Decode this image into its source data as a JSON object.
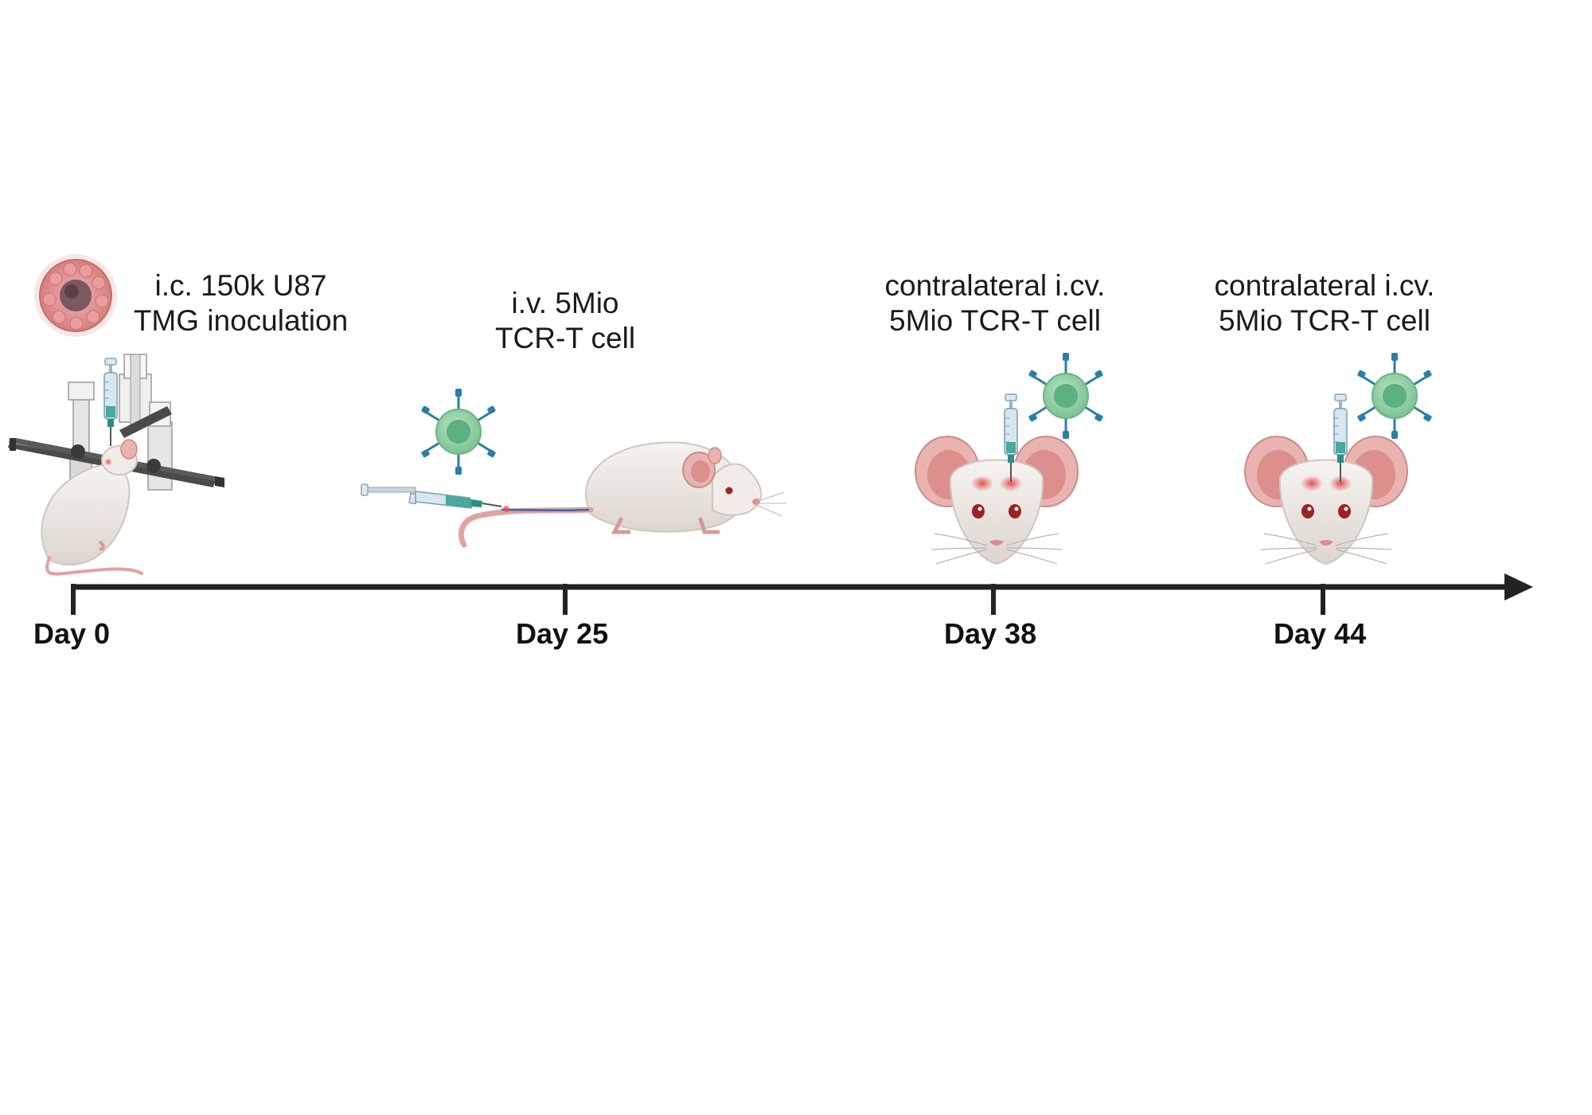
{
  "timeline": {
    "events": [
      {
        "day_label": "Day 0",
        "line1": "i.c. 150k U87",
        "line2": "TMG inoculation"
      },
      {
        "day_label": "Day 25",
        "line1": "i.v. 5Mio",
        "line2": "TCR-T cell"
      },
      {
        "day_label": "Day 38",
        "line1": "contralateral i.cv.",
        "line2": "5Mio TCR-T cell"
      },
      {
        "day_label": "Day 44",
        "line1": "contralateral i.cv.",
        "line2": "5Mio TCR-T cell"
      }
    ]
  },
  "colors": {
    "axis": "#222222",
    "tcell": "#8ccfa0",
    "tcell_core": "#5db080",
    "receptor": "#2b7fa6",
    "mouse": "#ece7e2",
    "ear": "#e3a5a5",
    "tumor": "#e08f8f",
    "syringe": "#cfe0ea"
  }
}
